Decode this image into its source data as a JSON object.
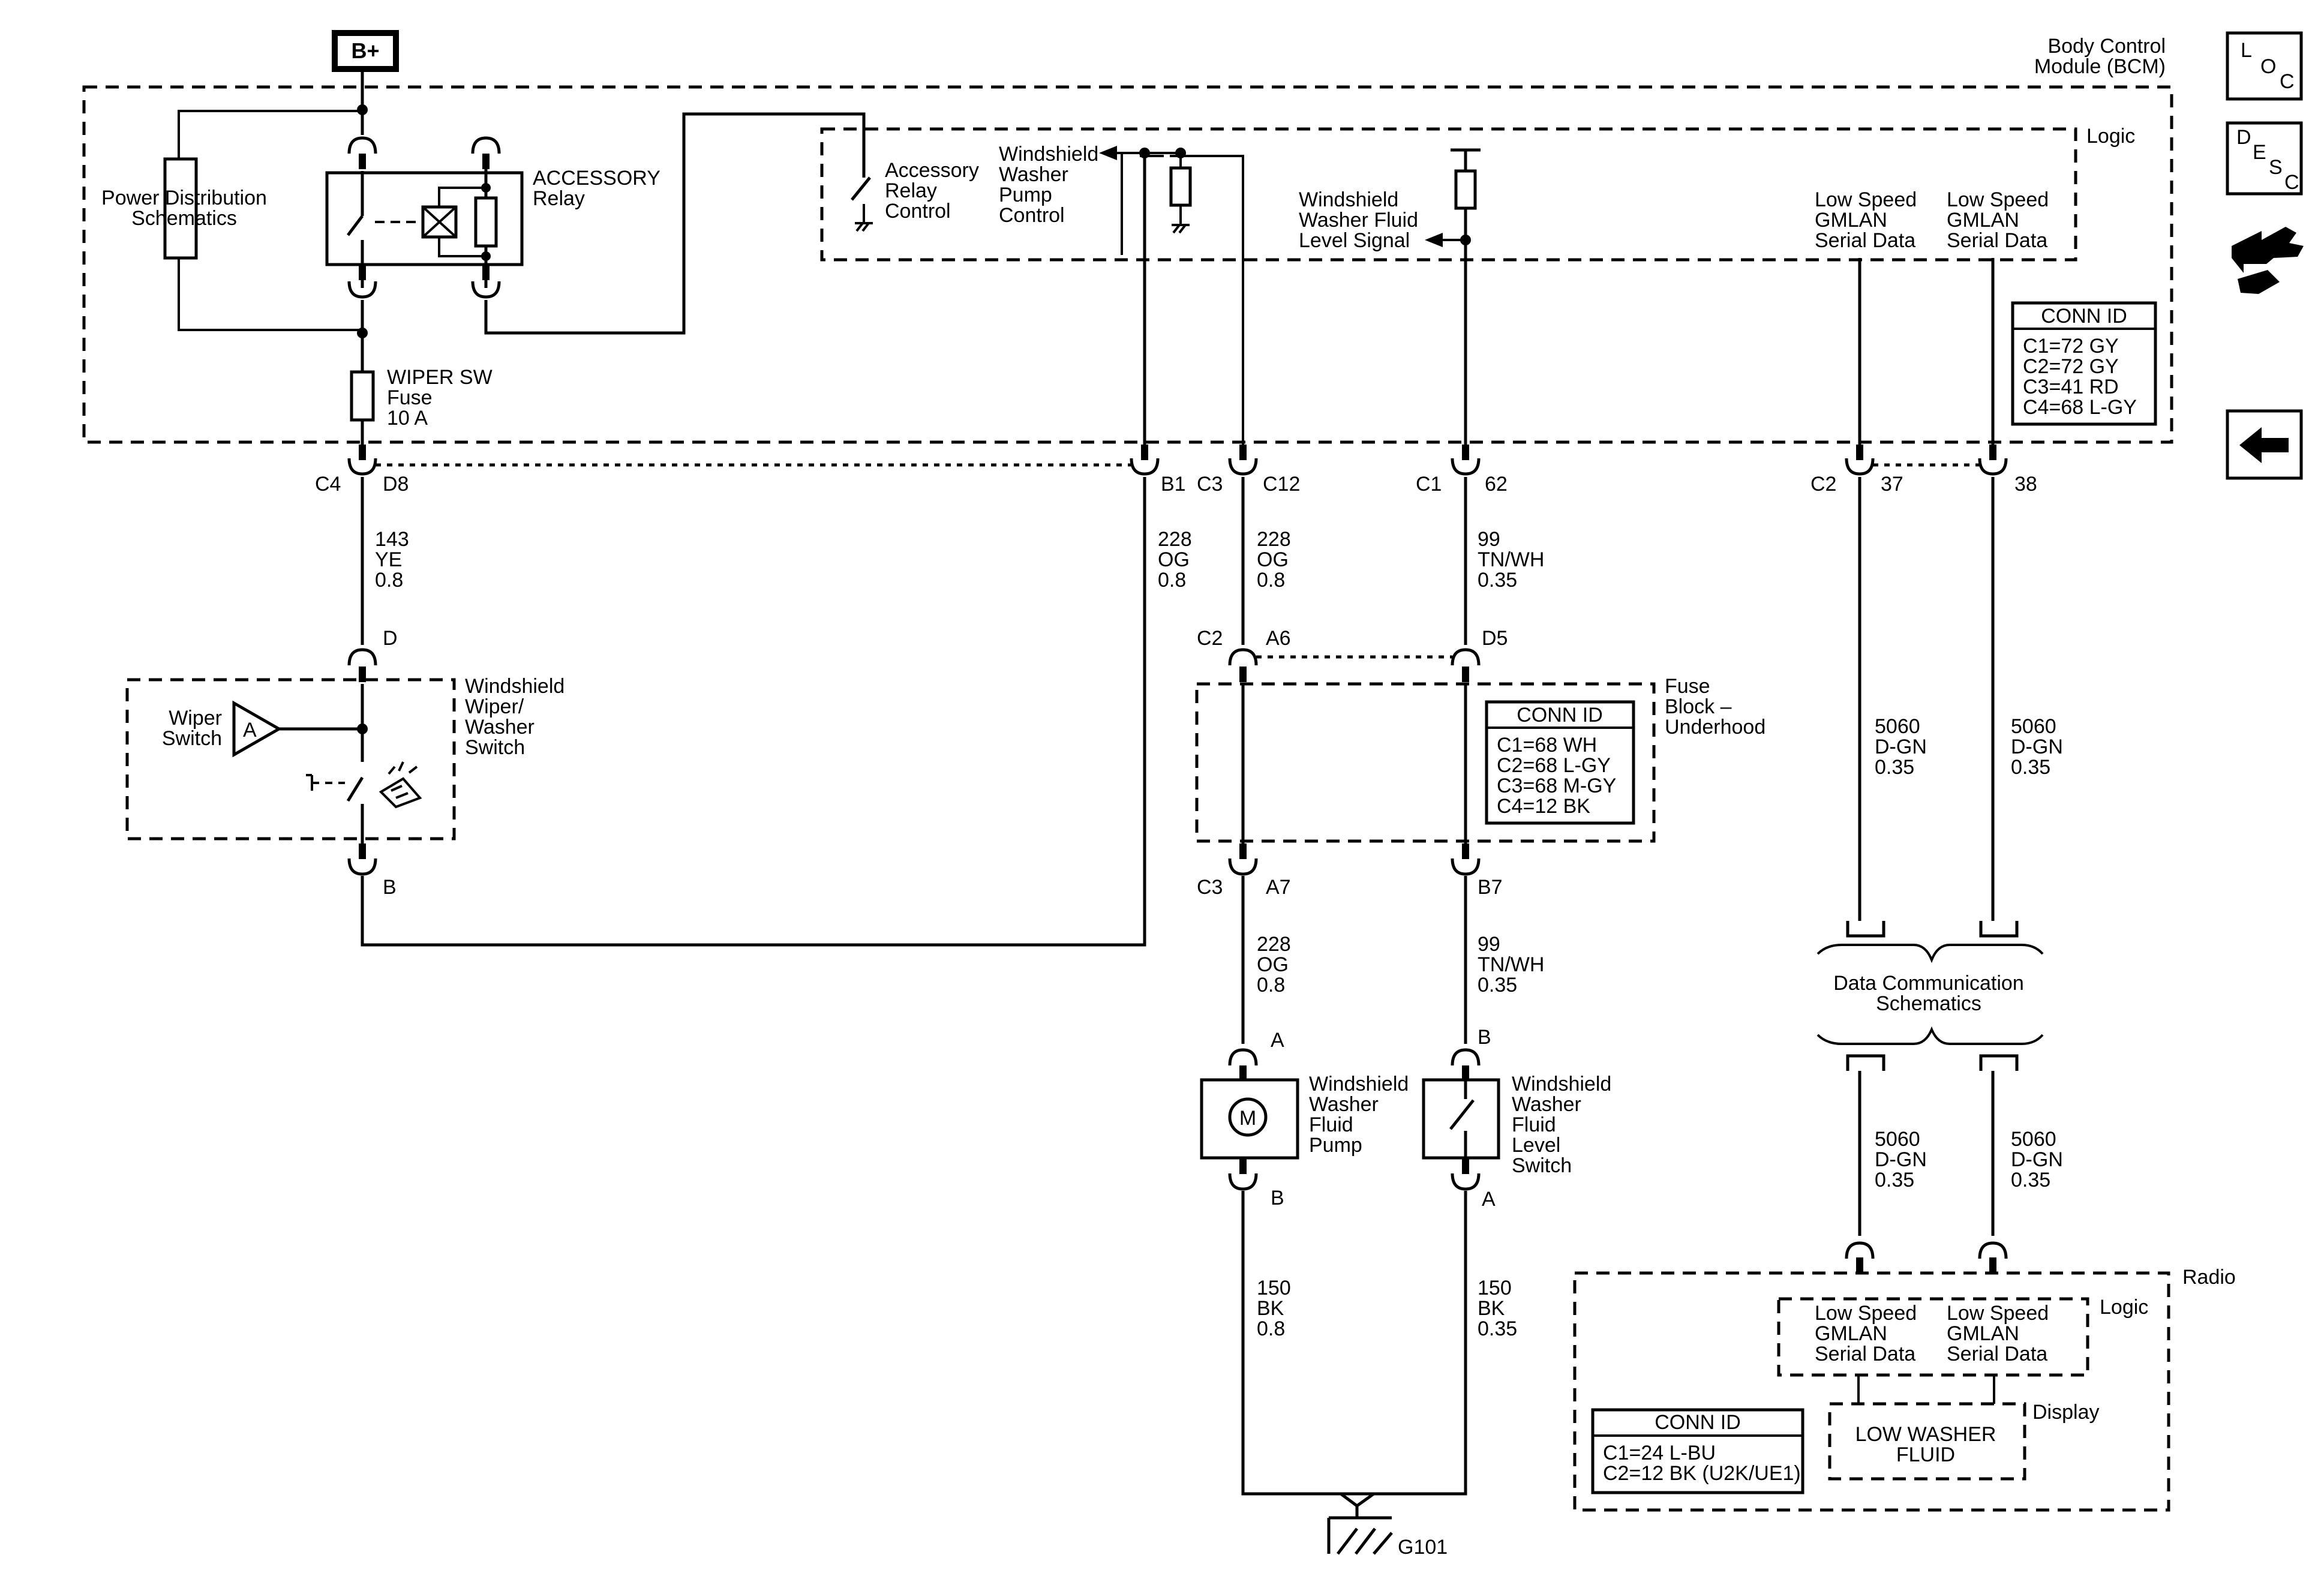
{
  "power_source": "B+",
  "bcm": {
    "title_line1": "Body Control",
    "title_line2": "Module (BCM)",
    "logic": "Logic",
    "power_dist_line1": "Power Distribution",
    "power_dist_line2": "Schematics",
    "relay_line1": "ACCESSORY",
    "relay_line2": "Relay",
    "fuse_line1": "WIPER SW",
    "fuse_line2": "Fuse",
    "fuse_line3": "10 A",
    "accessory_relay_control": [
      "Accessory",
      "Relay",
      "Control"
    ],
    "washer_pump_control": [
      "Windshield",
      "Washer",
      "Pump",
      "Control"
    ],
    "washer_fluid_level_signal": [
      "Windshield",
      "Washer Fluid",
      "Level Signal"
    ],
    "gmlan_1": [
      "Low Speed",
      "GMLAN",
      "Serial Data"
    ],
    "gmlan_2": [
      "Low Speed",
      "GMLAN",
      "Serial Data"
    ]
  },
  "bcm_conn_id": {
    "title": "CONN ID",
    "rows": [
      "C1=72 GY",
      "C2=72 GY",
      "C3=41 RD",
      "C4=68 L-GY"
    ]
  },
  "connectors": {
    "c4": "C4",
    "d8": "D8",
    "b1": "B1",
    "c3": "C3",
    "c12": "C12",
    "c1": "C1",
    "p62": "62",
    "c2": "C2",
    "p37": "37",
    "p38": "38",
    "sw_d": "D",
    "sw_b": "B",
    "fb_c2": "C2",
    "fb_a6": "A6",
    "fb_d5": "D5",
    "fb_c3": "C3",
    "fb_a7": "A7",
    "fb_b7": "B7",
    "pump_a": "A",
    "pump_b": "B",
    "lvl_b": "B",
    "lvl_a": "A"
  },
  "wires": {
    "w143": [
      "143",
      "YE",
      "0.8"
    ],
    "w228_b1": [
      "228",
      "OG",
      "0.8"
    ],
    "w228_c12": [
      "228",
      "OG",
      "0.8"
    ],
    "w99_top": [
      "99",
      "TN/WH",
      "0.35"
    ],
    "w228_lower": [
      "228",
      "OG",
      "0.8"
    ],
    "w99_lower": [
      "99",
      "TN/WH",
      "0.35"
    ],
    "w150_pump": [
      "150",
      "BK",
      "0.8"
    ],
    "w150_lvl": [
      "150",
      "BK",
      "0.35"
    ],
    "w5060_a": [
      "5060",
      "D-GN",
      "0.35"
    ],
    "w5060_b": [
      "5060",
      "D-GN",
      "0.35"
    ],
    "w5060_c": [
      "5060",
      "D-GN",
      "0.35"
    ],
    "w5060_d": [
      "5060",
      "D-GN",
      "0.35"
    ]
  },
  "wiper_switch": {
    "label_line1": "Wiper",
    "label_line2": "Switch",
    "marker": "A",
    "name": [
      "Windshield",
      "Wiper/",
      "Washer",
      "Switch"
    ]
  },
  "fuse_block": {
    "name": [
      "Fuse",
      "Block –",
      "Underhood"
    ]
  },
  "fuse_block_conn_id": {
    "title": "CONN ID",
    "rows": [
      "C1=68 WH",
      "C2=68 L-GY",
      "C3=68 M-GY",
      "C4=12 BK"
    ]
  },
  "pump": {
    "symbol": "M",
    "name": [
      "Windshield",
      "Washer",
      "Fluid",
      "Pump"
    ]
  },
  "level_switch": {
    "name": [
      "Windshield",
      "Washer",
      "Fluid",
      "Level",
      "Switch"
    ]
  },
  "data_comm": {
    "line1": "Data Communication",
    "line2": "Schematics"
  },
  "radio": {
    "title": "Radio",
    "logic": "Logic",
    "display": "Display",
    "gmlan_1": [
      "Low Speed",
      "GMLAN",
      "Serial Data"
    ],
    "gmlan_2": [
      "Low Speed",
      "GMLAN",
      "Serial Data"
    ],
    "display_line1": "LOW WASHER",
    "display_line2": "FLUID"
  },
  "radio_conn_id": {
    "title": "CONN ID",
    "rows": [
      "C1=24 L-BU",
      "C2=12 BK (U2K/UE1)"
    ]
  },
  "ground": "G101",
  "nav": {
    "loc": [
      "L",
      "O",
      "C"
    ],
    "desc": [
      "D",
      "E",
      "S",
      "C"
    ]
  }
}
